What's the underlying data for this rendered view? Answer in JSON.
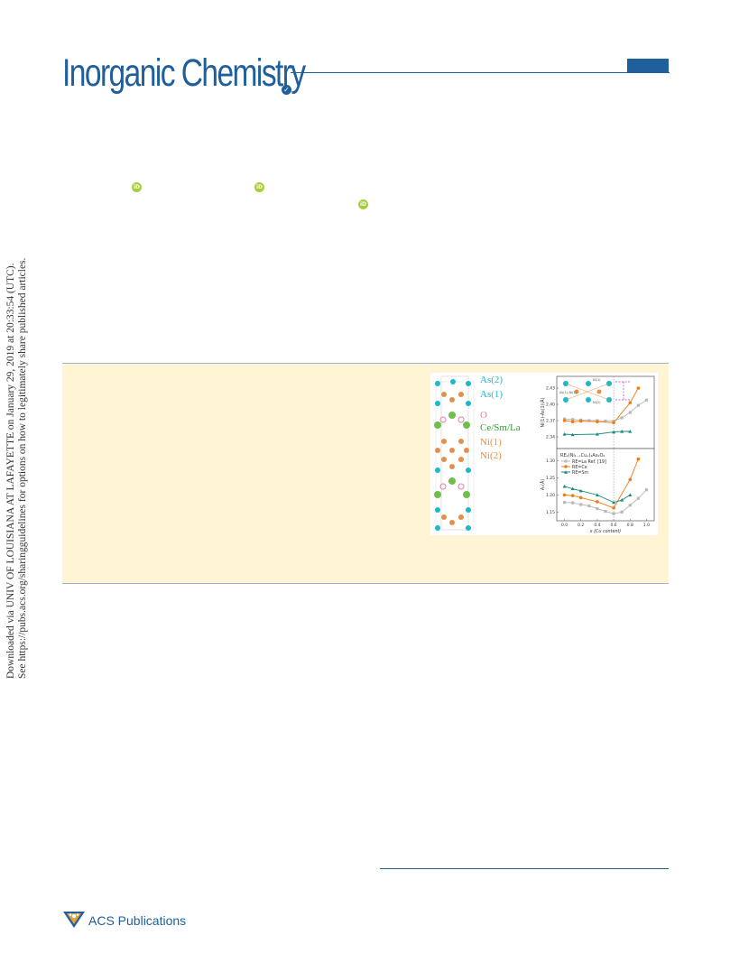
{
  "header": {
    "journal_title": "Inorganic Chemistry",
    "badge_symbol": "✓"
  },
  "orcid": {
    "label": "iD"
  },
  "side_note": {
    "line1": "Downloaded via UNIV OF LOUISIANA AT LAFAYETTE on January 29, 2019 at 20:33:54 (UTC).",
    "line2": "See https://pubs.acs.org/sharingguidelines for options on how to legitimately share published articles."
  },
  "toc_graphic": {
    "structure_labels": [
      "As(2)",
      "As(1)",
      "O",
      "Ce/Sm/La",
      "Ni(1)",
      "Ni(2)"
    ],
    "label_colors": {
      "As": "#19b9c9",
      "O": "#e07fb1",
      "RE": "#3a9a3a",
      "Ni": "#e4904a"
    },
    "inset_labels": {
      "ni1": "Ni(1)",
      "ni2": "Ni(2)",
      "asni": "As(1)-Ni(1)"
    },
    "legend": {
      "formula": "RE₂(Ni₁₋ₓCuₓ)₂As₂O₂",
      "items": [
        "RE=La Ref. [19]",
        "RE=Ce",
        "RE=Sm"
      ]
    }
  },
  "chart_data": [
    {
      "type": "line",
      "ylabel": "Ni(1)-As(1)(Å)",
      "xlabel": "",
      "x_ticks": [],
      "y_ticks": [
        "2.43",
        "2.40",
        "2.37",
        "2.34"
      ],
      "ylim": [
        2.325,
        2.445
      ],
      "xlim": [
        -0.05,
        1.05
      ],
      "series": [
        {
          "color": "#b8b8b8",
          "marker": "square",
          "x": [
            0.0,
            0.1,
            0.2,
            0.3,
            0.4,
            0.5,
            0.6,
            0.7,
            0.8,
            0.9,
            1.0
          ],
          "y": [
            2.373,
            2.372,
            2.371,
            2.37,
            2.37,
            2.369,
            2.369,
            2.375,
            2.385,
            2.398,
            2.408
          ]
        },
        {
          "color": "#f07c12",
          "marker": "circle",
          "x": [
            0.0,
            0.1,
            0.2,
            0.4,
            0.6,
            0.8,
            0.9
          ],
          "y": [
            2.37,
            2.368,
            2.369,
            2.368,
            2.366,
            2.403,
            2.43
          ]
        },
        {
          "color": "#1a8a7a",
          "marker": "triangle",
          "x": [
            0.0,
            0.1,
            0.4,
            0.6,
            0.7,
            0.8
          ],
          "y": [
            2.345,
            2.344,
            2.345,
            2.349,
            2.35,
            2.35
          ]
        }
      ],
      "vline_x": 0.6
    },
    {
      "type": "line",
      "ylabel": "A₁(Å)",
      "xlabel": "x (Cu content)",
      "x_ticks": [
        "0.0",
        "0.2",
        "0.4",
        "0.6",
        "0.8",
        "1.0"
      ],
      "y_ticks": [
        "1.30",
        "1.25",
        "1.20",
        "1.15"
      ],
      "ylim": [
        1.135,
        1.325
      ],
      "xlim": [
        -0.05,
        1.05
      ],
      "series": [
        {
          "color": "#b8b8b8",
          "marker": "square",
          "x": [
            0.0,
            0.1,
            0.2,
            0.3,
            0.4,
            0.5,
            0.6,
            0.7,
            0.8,
            0.9,
            1.0
          ],
          "y": [
            1.178,
            1.177,
            1.172,
            1.168,
            1.16,
            1.152,
            1.145,
            1.15,
            1.17,
            1.19,
            1.215
          ]
        },
        {
          "color": "#f07c12",
          "marker": "circle",
          "x": [
            0.0,
            0.1,
            0.2,
            0.4,
            0.6,
            0.8,
            0.9
          ],
          "y": [
            1.2,
            1.198,
            1.192,
            1.18,
            1.162,
            1.245,
            1.305
          ]
        },
        {
          "color": "#1a8a7a",
          "marker": "triangle",
          "x": [
            0.0,
            0.1,
            0.2,
            0.4,
            0.6,
            0.7,
            0.8
          ],
          "y": [
            1.225,
            1.218,
            1.212,
            1.2,
            1.178,
            1.185,
            1.2
          ]
        }
      ],
      "vline_x": 0.6
    }
  ],
  "footer": {
    "publisher": "ACS Publications"
  }
}
